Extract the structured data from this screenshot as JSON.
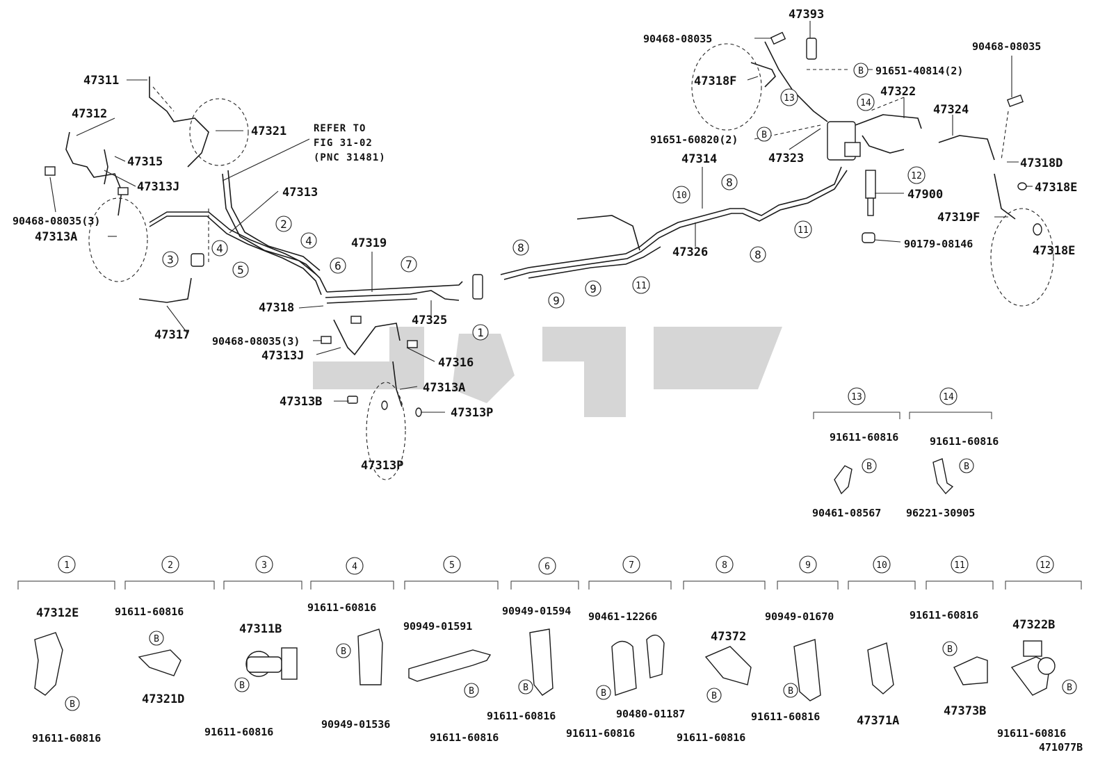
{
  "labels": {
    "p47311": "47311",
    "p47312": "47312",
    "p47321": "47321",
    "p47315": "47315",
    "p47313J_top": "47313J",
    "p90468_left": "90468-08035(3)",
    "p47313A_left": "47313A",
    "p47317": "47317",
    "p47313": "47313",
    "p47319": "47319",
    "p47318": "47318",
    "p47325": "47325",
    "p90468_mid": "90468-08035(3)",
    "p47313J_mid": "47313J",
    "p47316": "47316",
    "p47313A_mid": "47313A",
    "p47313B": "47313B",
    "p47313P_a": "47313P",
    "p47313P_b": "47313P",
    "p90468_top": "90468-08035",
    "p47393": "47393",
    "p47318F": "47318F",
    "p91651_40814": "91651-40814(2)",
    "p47322": "47322",
    "p47324": "47324",
    "p90468_right": "90468-08035",
    "p91651_60820": "91651-60820(2)",
    "p47323": "47323",
    "p47314": "47314",
    "p47318D": "47318D",
    "p47900": "47900",
    "p47318E_a": "47318E",
    "p47319F": "47319F",
    "p47318E_b": "47318E",
    "p47326": "47326",
    "p90179": "90179-08146"
  },
  "refer_note": [
    "REFER TO",
    "FIG 31-02",
    "(PNC 31481)"
  ],
  "callouts": [
    "1",
    "2",
    "3",
    "4",
    "5",
    "6",
    "7",
    "8",
    "9",
    "10",
    "11",
    "12",
    "13",
    "14"
  ],
  "bolt_symbol": "B",
  "detail_13": {
    "index": "13",
    "bolt_part": "91611-60816",
    "clamp_part": "90461-08567"
  },
  "detail_14": {
    "index": "14",
    "bolt_part": "91611-60816",
    "clamp_part": "96221-30905"
  },
  "details": [
    {
      "index": "1",
      "top": "47312E",
      "bottom": "91611-60816"
    },
    {
      "index": "2",
      "top": "91611-60816",
      "bottom": "47321D"
    },
    {
      "index": "3",
      "top": "47311B",
      "bottom": "91611-60816"
    },
    {
      "index": "4",
      "top": "91611-60816",
      "bottom": "90949-01536"
    },
    {
      "index": "5",
      "top": "90949-01591",
      "bottom": "91611-60816"
    },
    {
      "index": "6",
      "top": "90949-01594",
      "bottom": "91611-60816"
    },
    {
      "index": "7",
      "top": "90461-12266",
      "bottom": "91611-60816",
      "extra": "90480-01187"
    },
    {
      "index": "8",
      "top": "47372",
      "bottom": "91611-60816"
    },
    {
      "index": "9",
      "top": "90949-01670",
      "bottom": "91611-60816"
    },
    {
      "index": "10",
      "top": "",
      "bottom": "47371A"
    },
    {
      "index": "11",
      "top": "91611-60816",
      "bottom": "47373B"
    },
    {
      "index": "12",
      "top": "47322B",
      "bottom": "91611-60816"
    }
  ],
  "figure_code": "471077B"
}
